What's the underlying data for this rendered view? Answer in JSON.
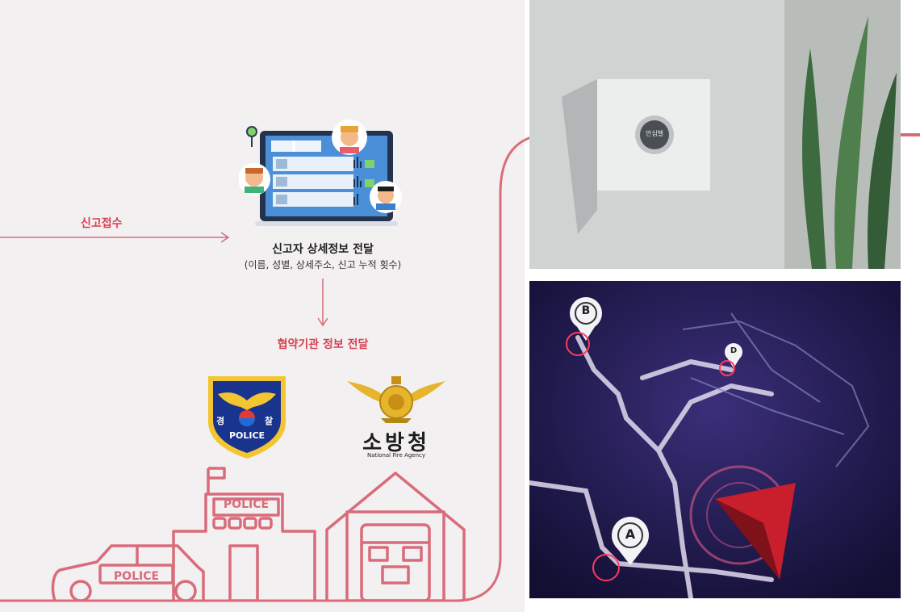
{
  "flow": {
    "report_label": "신고접수",
    "detail_title": "신고자 상세정보 전달",
    "detail_sub": "(이름, 성별, 상세주소, 신고 누적 횟수)",
    "agency_label": "협약기관 정보 전달"
  },
  "police_badge": {
    "left_char": "경",
    "right_char": "찰",
    "word": "POLICE"
  },
  "fire_agency": {
    "korean": "소방청",
    "english": "National Fire Agency"
  },
  "buildings": {
    "station_sign": "POLICE",
    "car_label": "POLICE"
  },
  "device": {
    "button_text": "안심벨"
  },
  "map": {
    "marker_a": "A",
    "marker_b": "B",
    "marker_d": "D"
  },
  "colors": {
    "accent_red": "#d8404f",
    "line_pink": "#d96b7a",
    "panel_bg": "#f3f0f1",
    "map_bg": "#1a1745"
  }
}
